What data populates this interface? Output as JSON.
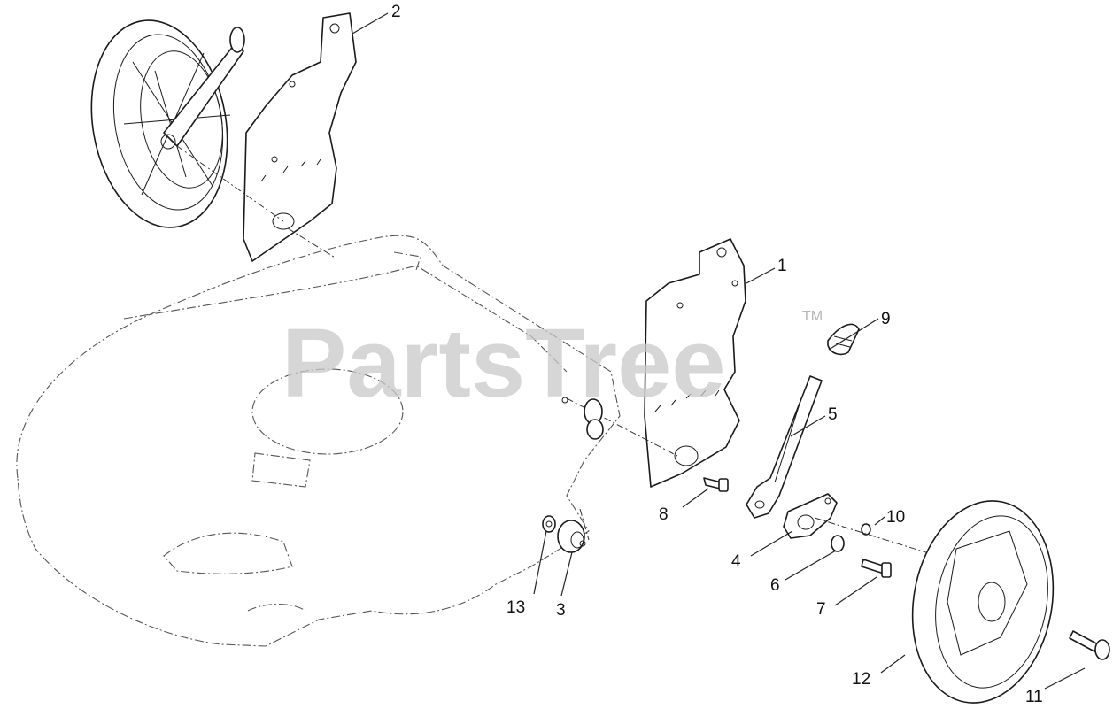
{
  "watermark": {
    "text": "PartsTree",
    "mark": "TM"
  },
  "callouts": [
    {
      "id": "1",
      "label": "1"
    },
    {
      "id": "2",
      "label": "2"
    },
    {
      "id": "3",
      "label": "3"
    },
    {
      "id": "4",
      "label": "4"
    },
    {
      "id": "5",
      "label": "5"
    },
    {
      "id": "6",
      "label": "6"
    },
    {
      "id": "7",
      "label": "7"
    },
    {
      "id": "8",
      "label": "8"
    },
    {
      "id": "9",
      "label": "9"
    },
    {
      "id": "10",
      "label": "10"
    },
    {
      "id": "11",
      "label": "11"
    },
    {
      "id": "12",
      "label": "12"
    },
    {
      "id": "13",
      "label": "13"
    }
  ]
}
